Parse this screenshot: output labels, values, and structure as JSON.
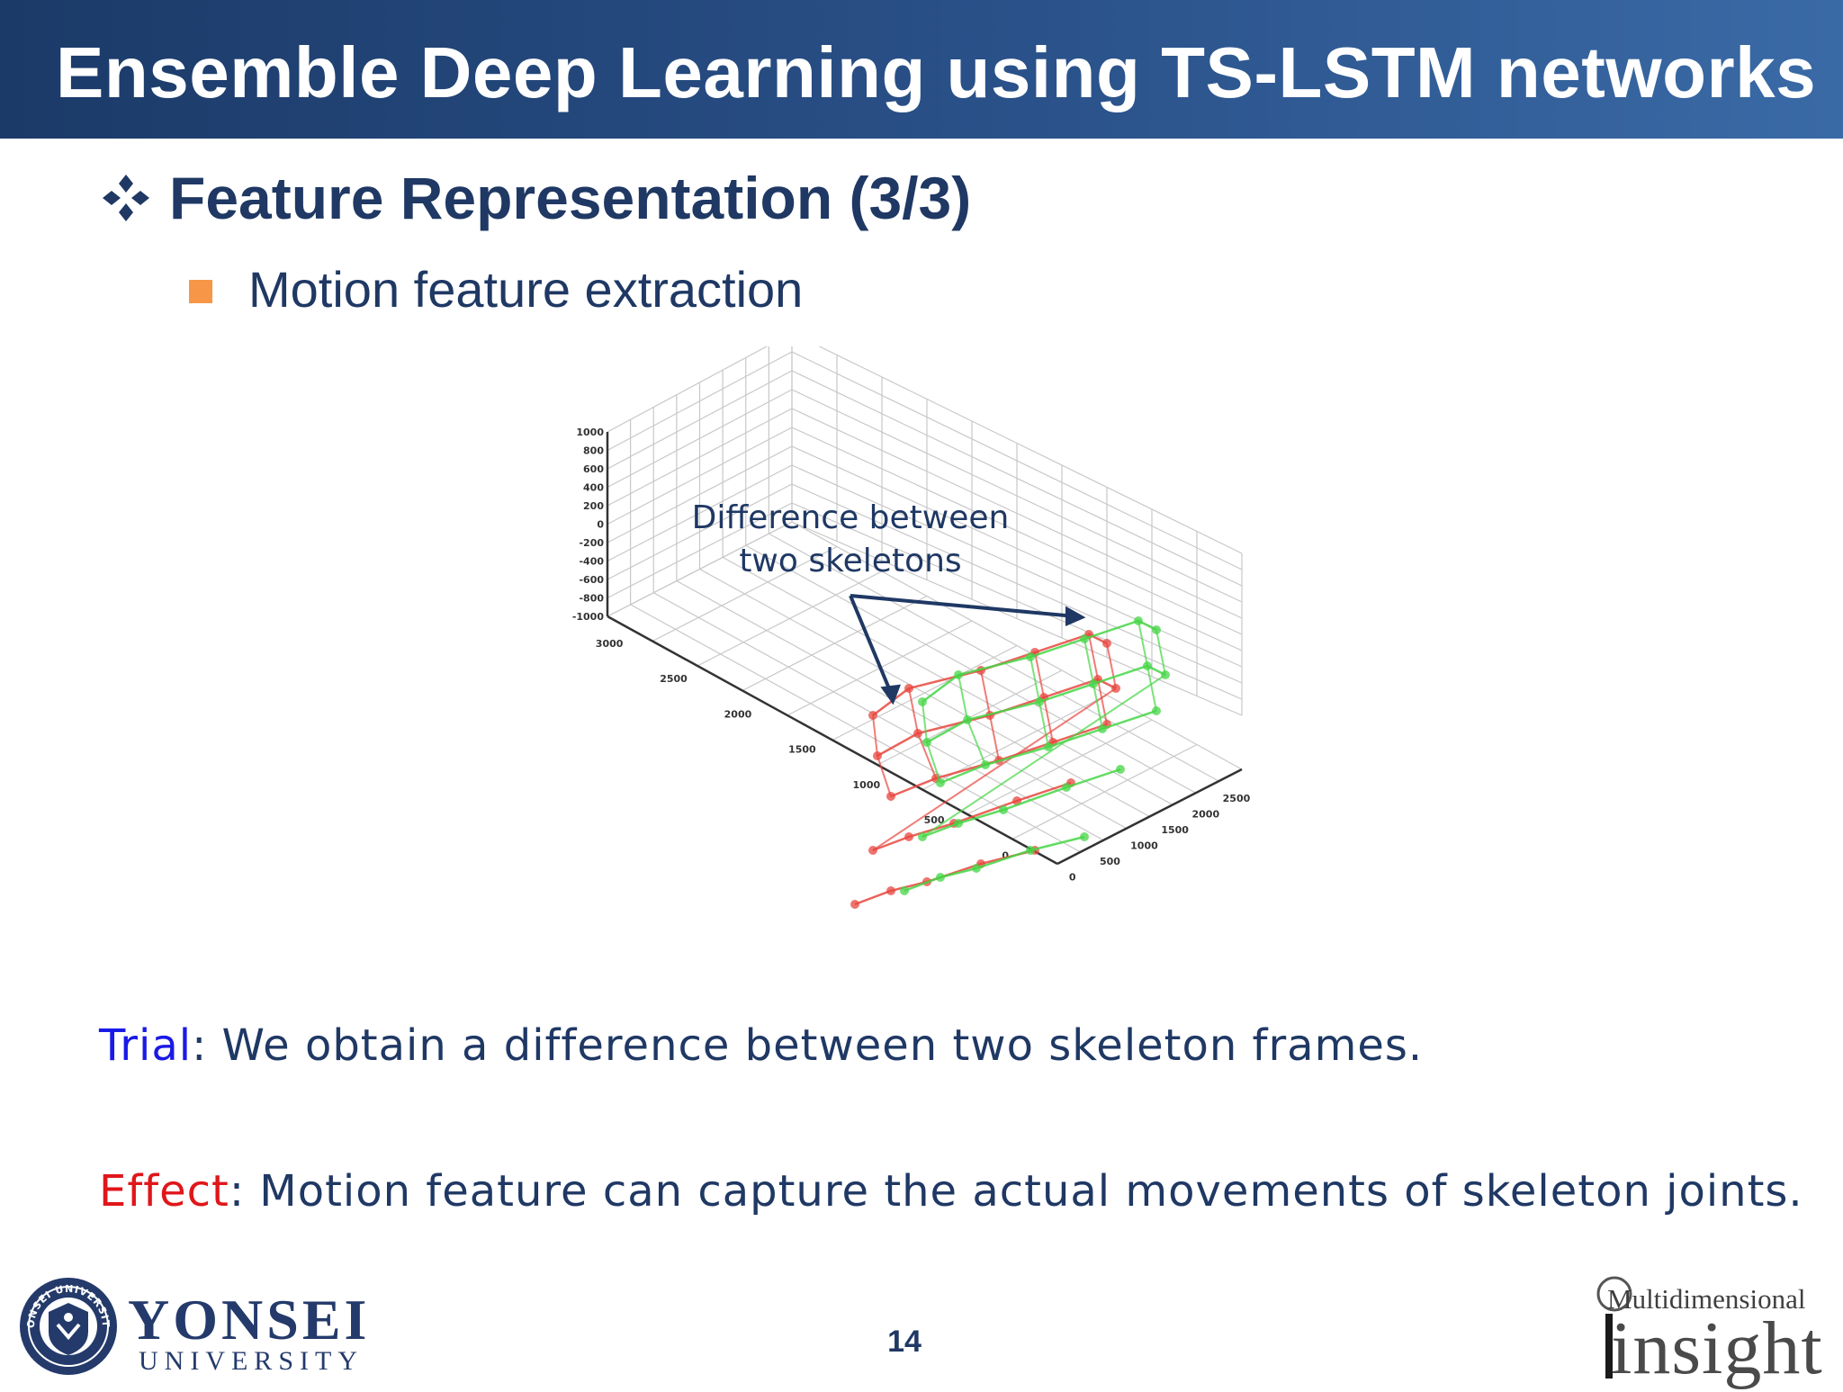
{
  "header": {
    "title": "Ensemble Deep Learning using TS-LSTM networks",
    "background": "#1b3a68"
  },
  "section": {
    "bullet_icon": "diamond-four-bullet-icon",
    "title": "Feature Representation (3/3)"
  },
  "sub_item": {
    "bullet_color": "#f79646",
    "label": "Motion feature extraction"
  },
  "figure": {
    "vertical_axis_ticks": [
      "1000",
      "800",
      "600",
      "400",
      "200",
      "0",
      "-200",
      "-400",
      "-600",
      "-800",
      "-1000"
    ],
    "left_depth_axis_ticks": [
      "3000",
      "2500",
      "2000",
      "1500",
      "1000",
      "500",
      "0"
    ],
    "right_depth_axis_ticks": [
      "0",
      "500",
      "1000",
      "1500",
      "2000",
      "2500"
    ],
    "skeleton_colors": {
      "first": "#e8463e",
      "second": "#45d645"
    },
    "callout": {
      "line1": "Difference between",
      "line2": "two skeletons"
    }
  },
  "paragraphs": {
    "trial": {
      "keyword": "Trial",
      "text": ": We obtain a difference between two skeleton frames.",
      "keyword_color": "#1a1ae6"
    },
    "effect": {
      "keyword": "Effect",
      "text": ": Motion feature can capture the actual movements of skeleton joints.",
      "keyword_color": "#e0161a"
    }
  },
  "footer": {
    "university_logo_word": "YONSEI",
    "university_logo_subword": "UNIVERSITY",
    "seal_text": "YONSEI UNIVERSITY",
    "page_number": "14",
    "lab_logo_top": "Multidimensional",
    "lab_logo_main": "insight"
  }
}
